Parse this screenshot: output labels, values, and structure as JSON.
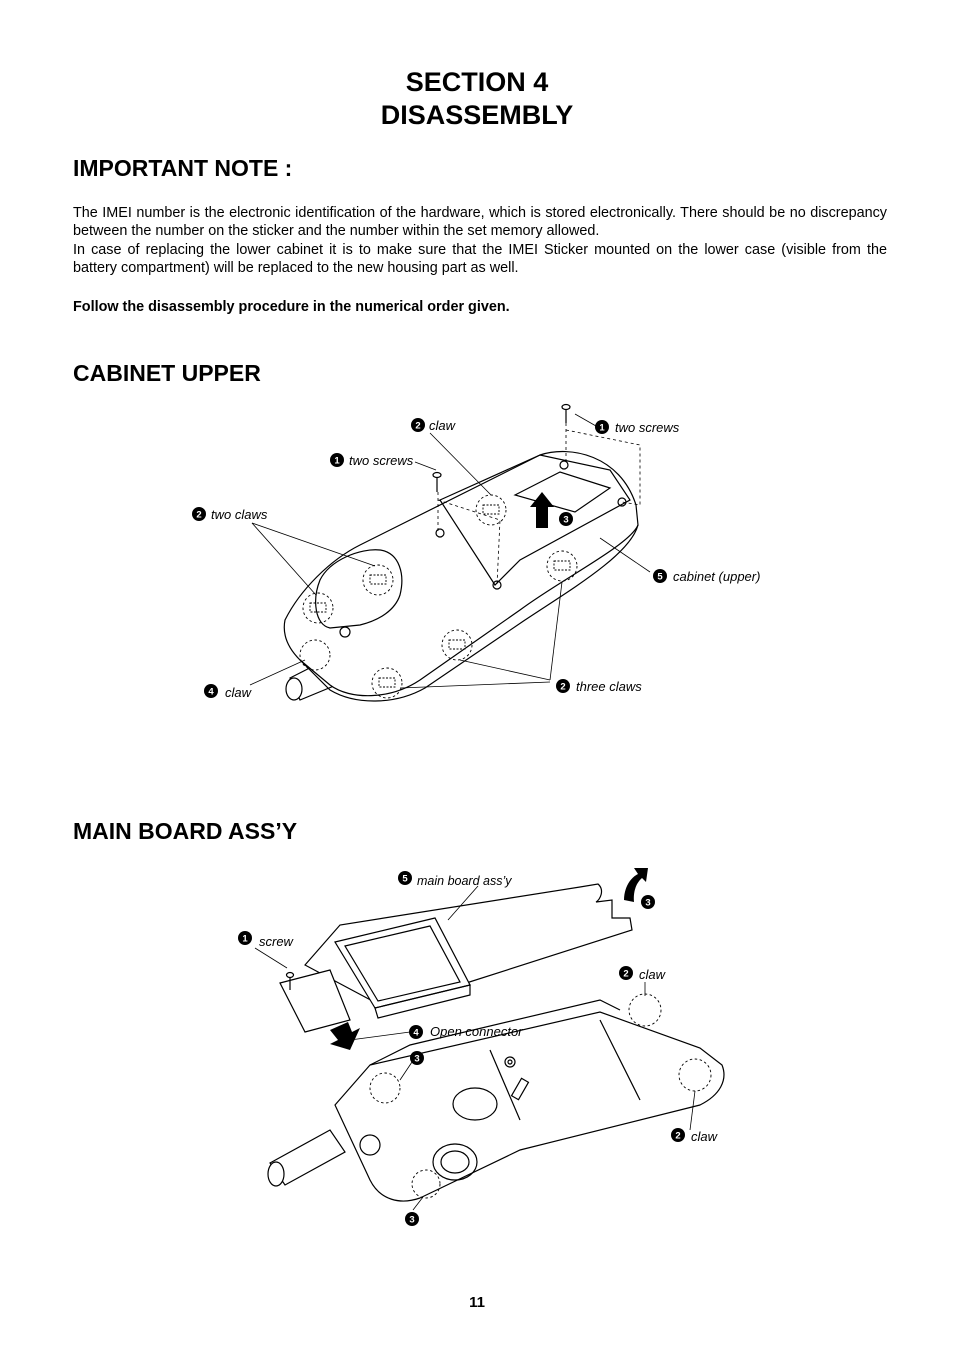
{
  "header": {
    "line1": "SECTION 4",
    "line2": "DISASSEMBLY"
  },
  "important": {
    "heading": "IMPORTANT NOTE :",
    "para1": "The IMEI number is the electronic identification of the hardware, which is stored electronically. There should be no discrepancy between the number on the sticker and the number within the set memory allowed.",
    "para2": "In case of replacing the lower cabinet it is to make sure that the IMEI Sticker mounted on the lower case (visible from the battery compartment) will be replaced to the new housing part as well.",
    "follow": "Follow the disassembly procedure in the numerical order given."
  },
  "cabinet": {
    "heading": "CABINET UPPER",
    "labels": {
      "claw_top": "claw",
      "two_screws_right": "two screws",
      "two_screws_left": "two screws",
      "two_claws": "two claws",
      "cabinet_upper": "cabinet (upper)",
      "claw_bottom": "claw",
      "three_claws": "three claws"
    },
    "nums": {
      "n1": "1",
      "n2": "2",
      "n3": "3",
      "n4": "4",
      "n5": "5"
    }
  },
  "mainboard": {
    "heading": "MAIN BOARD ASS’Y",
    "labels": {
      "main_board": "main board ass’y",
      "screw": "screw",
      "claw_right_top": "claw",
      "open_connector": "Open connector",
      "claw_right_bottom": "claw"
    },
    "nums": {
      "n1": "1",
      "n2": "2",
      "n3": "3",
      "n4": "4",
      "n5": "5"
    }
  },
  "footer": {
    "page_number": "11"
  }
}
